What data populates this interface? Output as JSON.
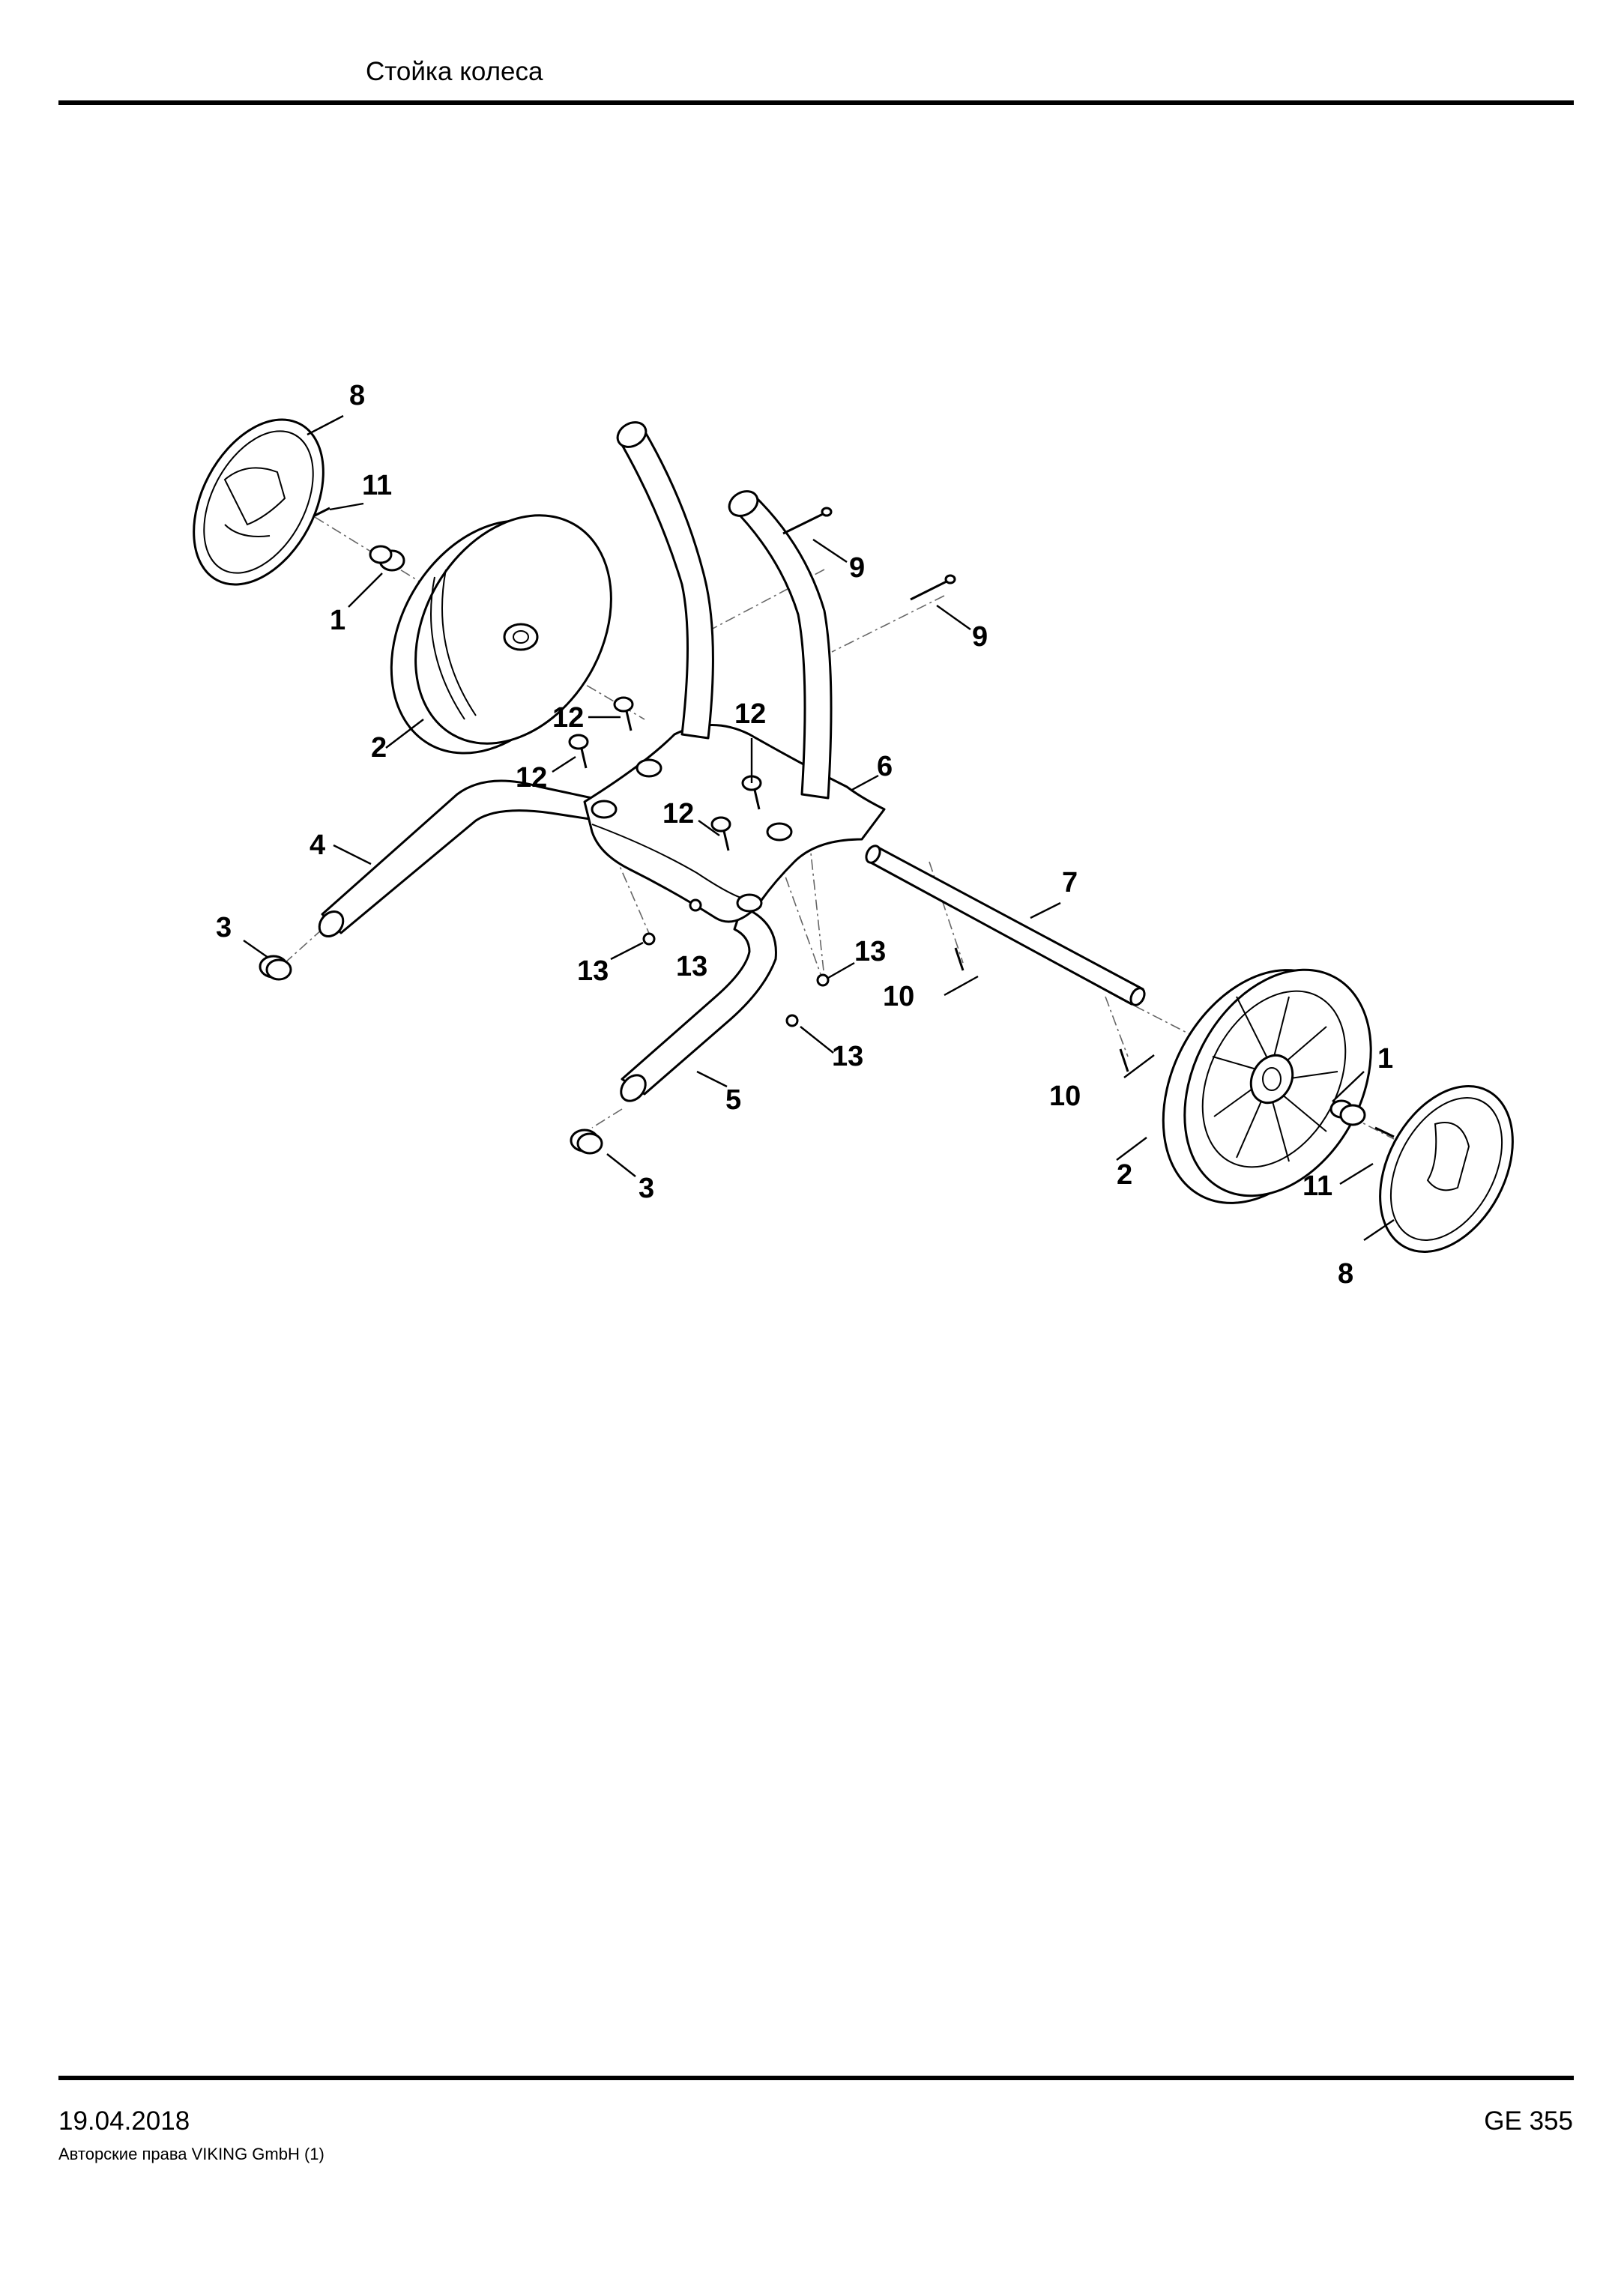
{
  "header": {
    "title": "Стойка колеса"
  },
  "footer": {
    "date": "19.04.2018",
    "model": "GE 355",
    "copyright": "Авторские права VIKING GmbH  (1)"
  },
  "callouts": {
    "c8a": "8",
    "c11a": "11",
    "c1a": "1",
    "c2a": "2",
    "c9a": "9",
    "c9b": "9",
    "c12a": "12",
    "c12b": "12",
    "c12c": "12",
    "c12d": "12",
    "c6": "6",
    "c4": "4",
    "c3a": "3",
    "c7": "7",
    "c13a": "13",
    "c13b": "13",
    "c13c": "13",
    "c13d": "13",
    "c10a": "10",
    "c10b": "10",
    "c5": "5",
    "c3b": "3",
    "c1b": "1",
    "c2b": "2",
    "c11b": "11",
    "c8b": "8"
  }
}
